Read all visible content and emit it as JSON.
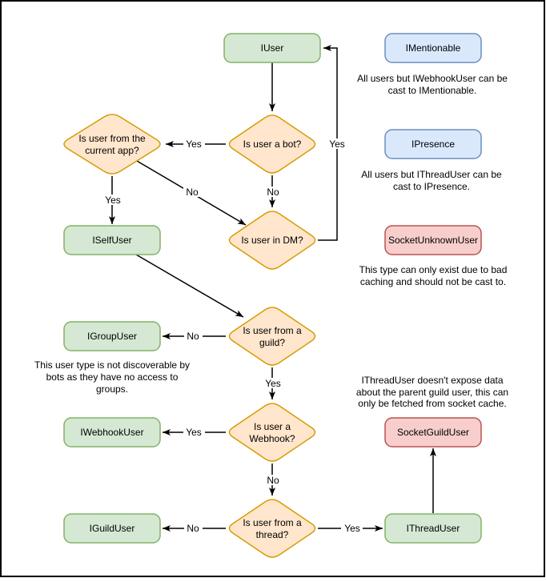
{
  "nodes": {
    "iuser": "IUser",
    "imentionable": "IMentionable",
    "ipresence": "IPresence",
    "socket_unknown_user": "SocketUnknownUser",
    "iself_user": "ISelfUser",
    "igroup_user": "IGroupUser",
    "iwebhook_user": "IWebhookUser",
    "socket_guild_user": "SocketGuildUser",
    "iguild_user": "IGuildUser",
    "ithread_user": "IThreadUser"
  },
  "decisions": {
    "is_bot": {
      "line1": "Is user a bot?"
    },
    "from_current_app": {
      "line1": "Is user from the",
      "line2": "current app?"
    },
    "in_dm": {
      "line1": "Is user in DM?"
    },
    "from_guild": {
      "line1": "Is user from a",
      "line2": "guild?"
    },
    "is_webhook": {
      "line1": "Is user a",
      "line2": "Webhook?"
    },
    "from_thread": {
      "line1": "Is user from a",
      "line2": "thread?"
    }
  },
  "edge_labels": {
    "yes": "Yes",
    "no": "No"
  },
  "notes": {
    "imentionable": {
      "line1": "All users but IWebhookUser can be",
      "line2": "cast to IMentionable."
    },
    "ipresence": {
      "line1": "All users but IThreadUser can be",
      "line2": "cast to IPresence."
    },
    "socket_unknown": {
      "line1": "This type can only exist due to bad",
      "line2": "caching and should not be cast to."
    },
    "igroup": {
      "line1": "This user type is not discoverable by",
      "line2": "bots as they have no access to",
      "line3": "groups."
    },
    "socket_guild": {
      "line1": "IThreadUser doesn't expose data",
      "line2": "about the parent guild user, this can",
      "line3": "only be fetched from socket cache."
    }
  },
  "colors": {
    "green_fill": "#d5e8d4",
    "green_stroke": "#82b366",
    "orange_fill": "#ffe6cc",
    "orange_stroke": "#d79b00",
    "blue_fill": "#dae8fc",
    "blue_stroke": "#6c8ebf",
    "red_fill": "#f8cecc",
    "red_stroke": "#b85450",
    "line": "#000000",
    "label_bg": "#ffffff",
    "canvas_border": "#000000"
  }
}
